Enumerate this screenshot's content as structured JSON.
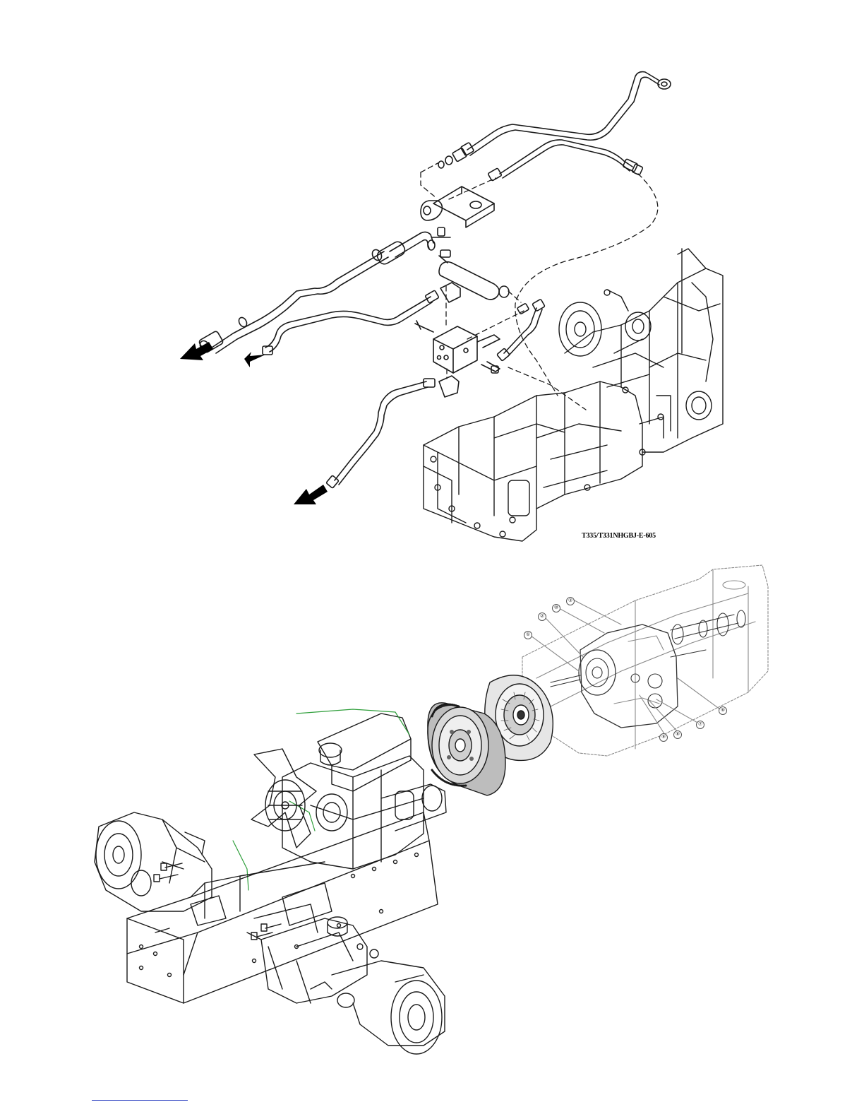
{
  "figure_top": {
    "code": "T335/T331NHGBJ-E-605"
  },
  "figure_bottom": {
    "callouts": [
      "①",
      "②",
      "③",
      "⑥",
      "⑦",
      "⑧",
      "⑨",
      "⑩"
    ]
  },
  "colors": {
    "line": "#1a1a1a",
    "light_line": "#8a8a8a",
    "accent_green": "#2e9e3a",
    "footer_rule": "#2a3fc0"
  }
}
